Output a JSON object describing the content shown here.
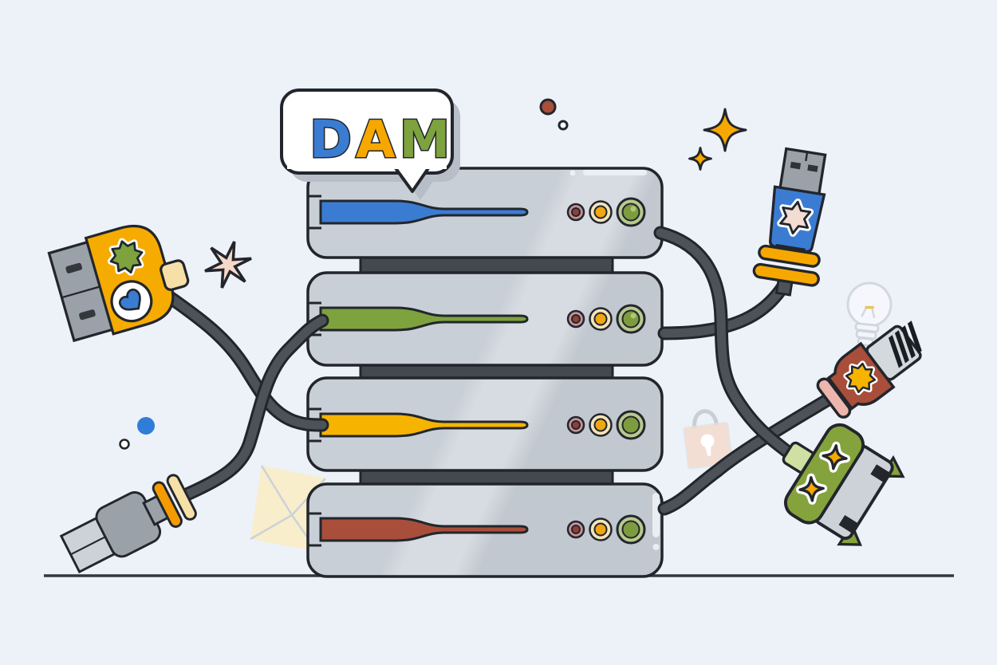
{
  "illustration": {
    "subject": "DAM server rack with plugged-in cables",
    "bubble": {
      "letters": [
        {
          "char": "D",
          "color": "#3b7cd3"
        },
        {
          "char": "A",
          "color": "#f6a800"
        },
        {
          "char": "M",
          "color": "#7da23e"
        }
      ]
    },
    "server_rack": {
      "unit_count": 4,
      "units": [
        {
          "name": "unit-1",
          "slot_color": "#3b7cd3",
          "leds": [
            "#8e4038",
            "#efa712",
            "#7d9c3f"
          ]
        },
        {
          "name": "unit-2",
          "slot_color": "#7da23e",
          "leds": [
            "#8e4038",
            "#efa712",
            "#7d9c3f"
          ]
        },
        {
          "name": "unit-3",
          "slot_color": "#f6b400",
          "leds": [
            "#8e4038",
            "#efa712",
            "#7d9c3f"
          ]
        },
        {
          "name": "unit-4",
          "slot_color": "#a84e3a",
          "leds": [
            "#8e4038",
            "#efa712",
            "#7d9c3f"
          ]
        }
      ]
    },
    "connectors": [
      {
        "name": "yellow-adapter",
        "side": "left-top",
        "body": "#f6ab00",
        "badges": [
          "green-star",
          "blue-heart-plug"
        ],
        "plugged_into": "unit-3 yellow slot"
      },
      {
        "name": "gray-usb-plug",
        "side": "left-bottom",
        "body": "#9ba1a9",
        "bands": [
          "#f59b00",
          "#f7e0a8"
        ],
        "plugged_into": "unit-2 green slot"
      },
      {
        "name": "blue-usb",
        "side": "right-top",
        "body": "#3b7cd3",
        "badge": "pink-star",
        "bands": [
          "#f6a800",
          "#f6a800"
        ],
        "plugged_into": "unit-2 right side"
      },
      {
        "name": "red-lightning",
        "side": "right-middle",
        "body": "#a84e3a",
        "badge": "yellow-star",
        "band": "#edb6ad",
        "plugged_into": "unit-4 right side"
      },
      {
        "name": "green-wide-connector",
        "side": "right-bottom",
        "body": "#85a33c",
        "badges": [
          "x-sparkle",
          "x-sparkle"
        ],
        "plugged_into": "unit-1 right side"
      }
    ],
    "decorations": [
      "brown-dot",
      "small-white-circle",
      "yellow-sparkle-big",
      "yellow-sparkle-small",
      "pink-starburst",
      "blue-dot",
      "small-white-circle-left",
      "lightbulb",
      "pink-padlock",
      "envelope",
      "ground-line"
    ]
  },
  "palette": {
    "background": "#edf1f8",
    "ink": "#22262c",
    "cable_gray": "#4d5258",
    "panel_dark": "#44494f",
    "metal_gray": "#9ba1a9",
    "metal_light": "#ccd2d8",
    "blue": "#3b7cd3",
    "green": "#7da23e",
    "yellow": "#f6a800",
    "red_brown": "#a84e3a",
    "cream": "#f7e0a8",
    "light_green": "#cfe0a2",
    "pink_band": "#edb6ad",
    "soft_pink": "#f6d8c8",
    "envelope": "#f8eecb",
    "shadow_gray": "#b7bec8",
    "pale_outline": "#d3d8df",
    "led_ring_red": "#c69298",
    "led_red": "#8e4038",
    "led_ring_yellow": "#f4e4bc",
    "led_yellow": "#efa712",
    "led_ring_green": "#b9c98f",
    "led_green": "#7d9c3f",
    "server_gray": "#c9cfd7",
    "server_gray_light": "#d7dce2",
    "server_gray_dark": "#c2c8d0",
    "ground": "#33383e"
  }
}
